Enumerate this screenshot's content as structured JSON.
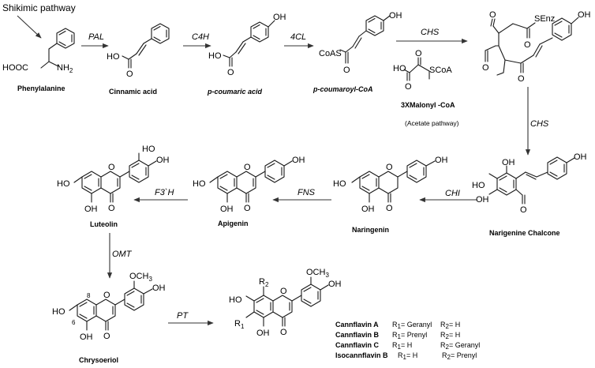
{
  "pathway_labels": {
    "shikimic": "Shikimic pathway",
    "acetate": "(Acetate pathway)"
  },
  "compounds": {
    "phenylalanine": "Phenylalanine",
    "cinnamic_acid": "Cinnamic acid",
    "p_coumaric_acid": "p-coumaric acid",
    "p_coumaroyl_coa": "p-coumaroyl-CoA",
    "malonyl_coa": "3XMalonyl -CoA",
    "naringenine_chalcone": "Narigenine Chalcone",
    "naringenin": "Naringenin",
    "apigenin": "Apigenin",
    "luteolin": "Luteolin",
    "chrysoeriol": "Chrysoeriol"
  },
  "enzymes": {
    "pal": "PAL",
    "c4h": "C4H",
    "fourcl": "4CL",
    "chs_top": "CHS",
    "chs_right": "CHS",
    "chi": "CHI",
    "fns": "FNS",
    "f3h": "F3`H",
    "omt": "OMT",
    "pt": "PT"
  },
  "atoms": {
    "hooc": "HOOC",
    "nh2": "NH",
    "two": "2",
    "ho": "HO",
    "oh": "OH",
    "o": "O",
    "coas": "CoAS",
    "scoa": "SCoA",
    "senz": "SEnz",
    "och3": "OCH",
    "three": "3",
    "r": "R",
    "one": "1",
    "pos8": "8",
    "pos6": "6"
  },
  "cannflavins": [
    {
      "name": "Cannflavin A",
      "r1": "= Geranyl",
      "r2": "= H"
    },
    {
      "name": "Cannflavin B",
      "r1": "= Prenyl",
      "r2": "= H"
    },
    {
      "name": "Cannflavin C",
      "r1": "= H",
      "r2": "= Geranyl"
    },
    {
      "name": "Isocannflavin B",
      "r1": "= H",
      "r2": "= Prenyl"
    }
  ]
}
